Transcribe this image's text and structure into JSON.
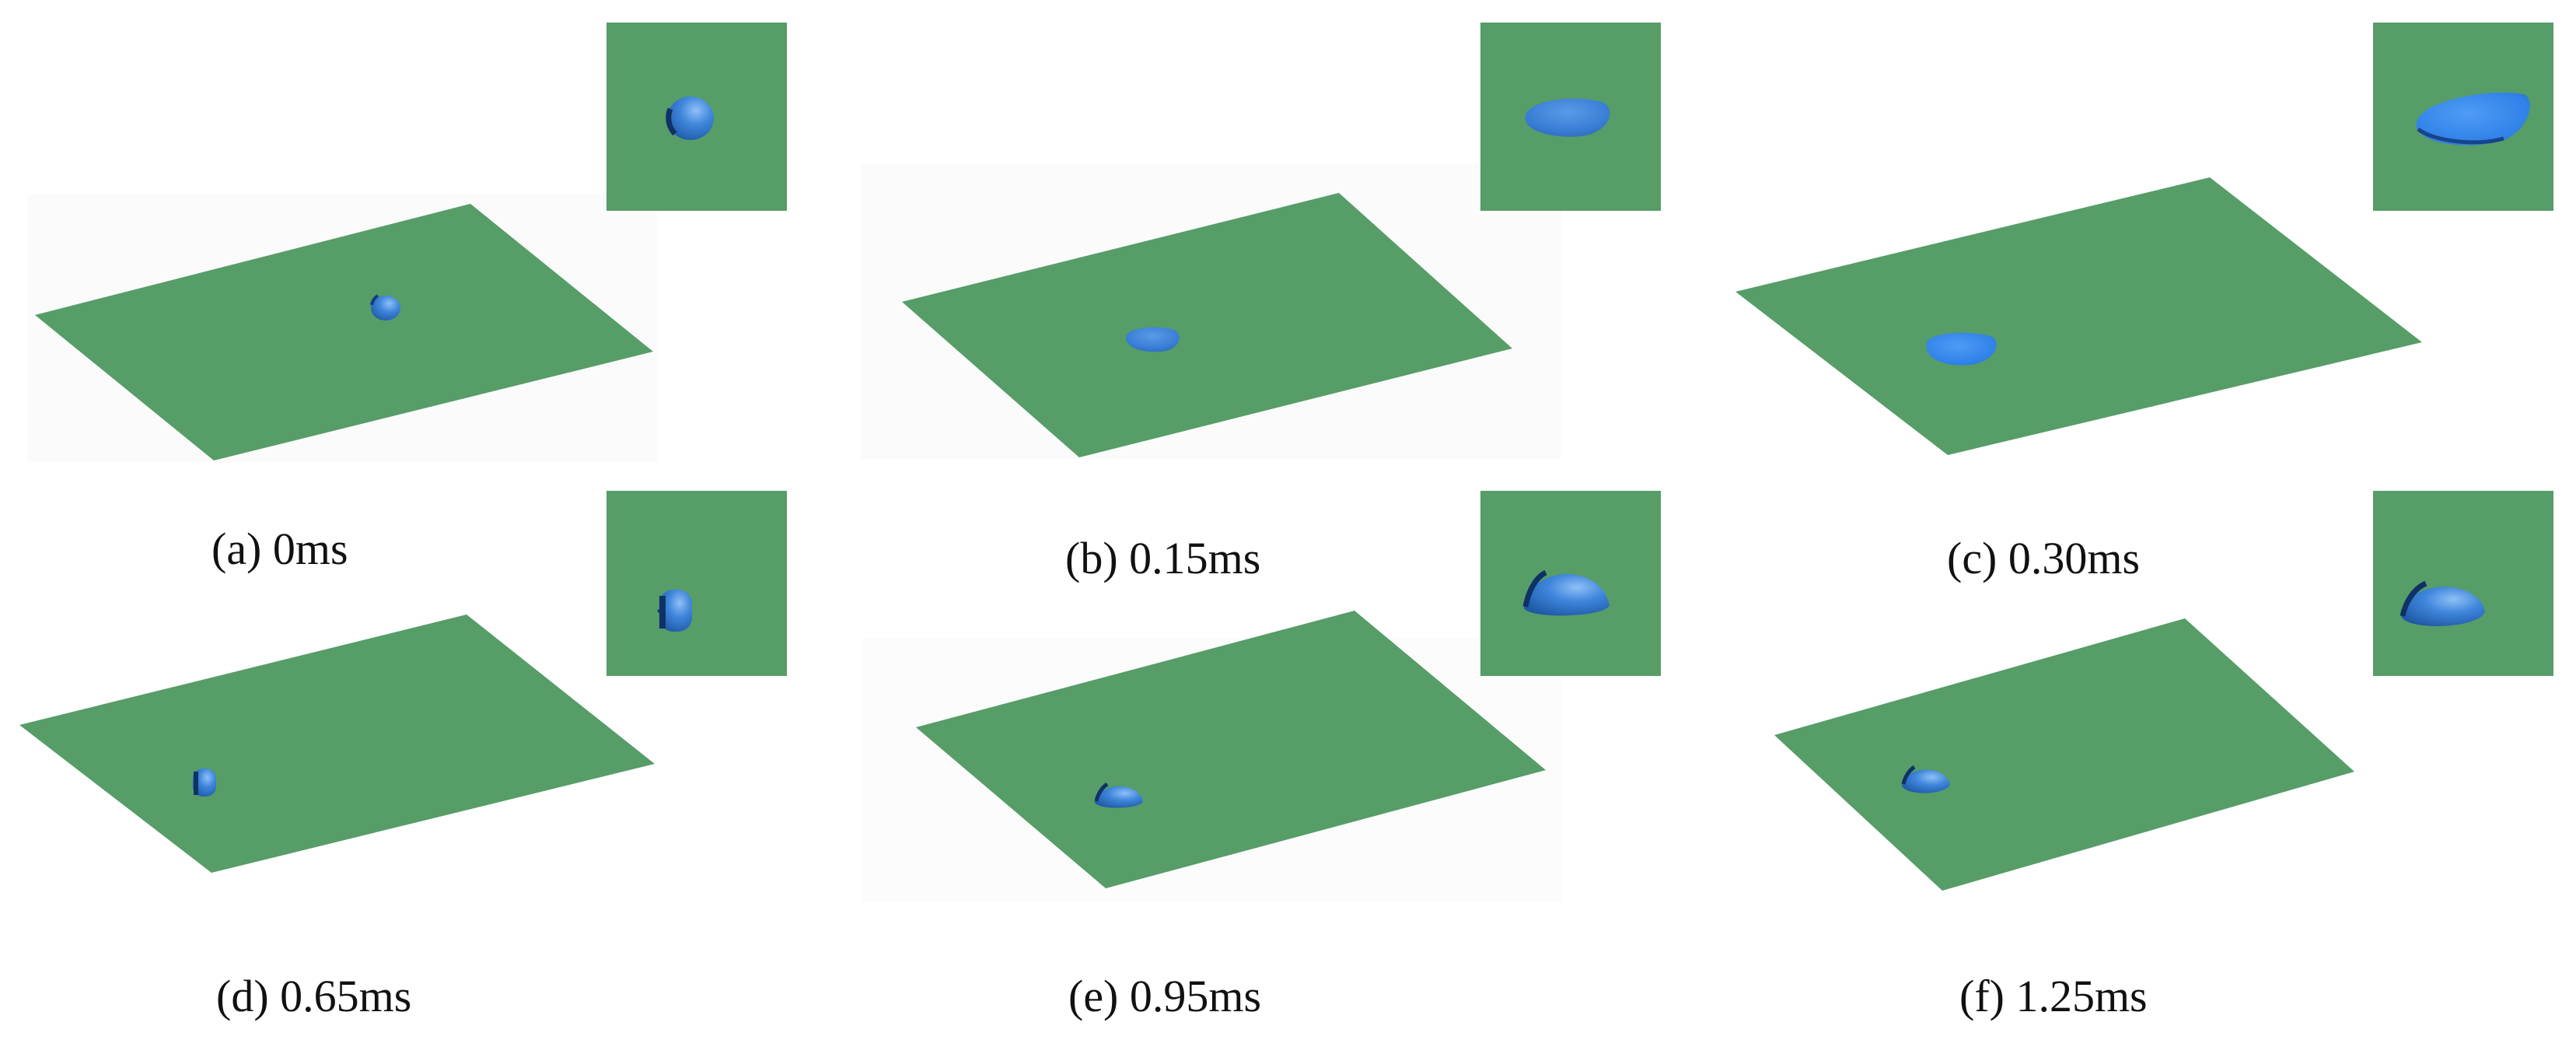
{
  "figure": {
    "colors": {
      "plate": "#569d68",
      "plate_edge": "#4e9461",
      "droplet_shadow": "#1d4f93",
      "droplet_base": "#3a7ed6",
      "droplet_highlight": "#7fb4f2",
      "caption": "#111111"
    },
    "panels": [
      {
        "label": "(a) 0ms",
        "droplet_shape": "sphere"
      },
      {
        "label": "(b) 0.15ms",
        "droplet_shape": "flattened-disc"
      },
      {
        "label": "(c) 0.30ms",
        "droplet_shape": "spread-film"
      },
      {
        "label": "(d) 0.65ms",
        "droplet_shape": "rebounding-column"
      },
      {
        "label": "(e) 0.95ms",
        "droplet_shape": "dome"
      },
      {
        "label": "(f) 1.25ms",
        "droplet_shape": "dome"
      }
    ]
  }
}
